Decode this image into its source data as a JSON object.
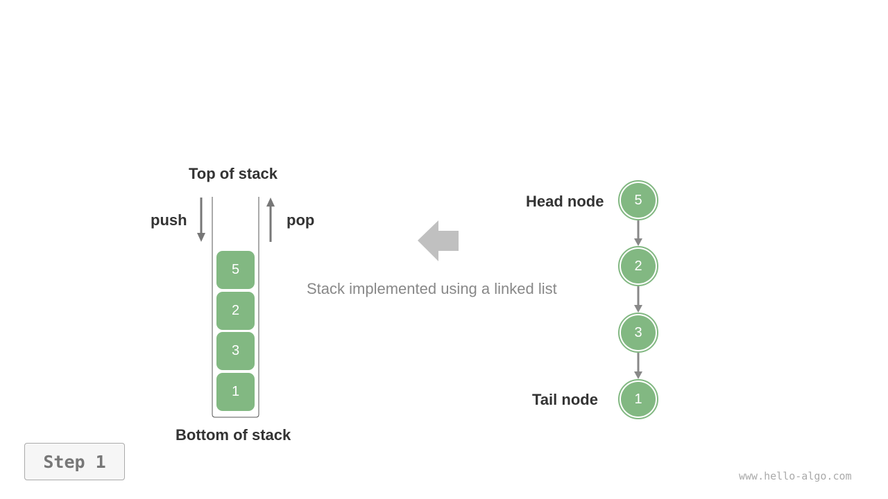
{
  "stack": {
    "top_label": "Top of stack",
    "bottom_label": "Bottom of stack",
    "push_label": "push",
    "pop_label": "pop",
    "items": [
      "5",
      "2",
      "3",
      "1"
    ]
  },
  "linked_list": {
    "head_label": "Head node",
    "tail_label": "Tail node",
    "nodes": [
      "5",
      "2",
      "3",
      "1"
    ]
  },
  "caption": "Stack implemented using a linked list",
  "step_label": "Step 1",
  "watermark": "www.hello-algo.com",
  "colors": {
    "node": "#82b882",
    "arrow": "#777777",
    "big_arrow": "#c0c0c0"
  }
}
